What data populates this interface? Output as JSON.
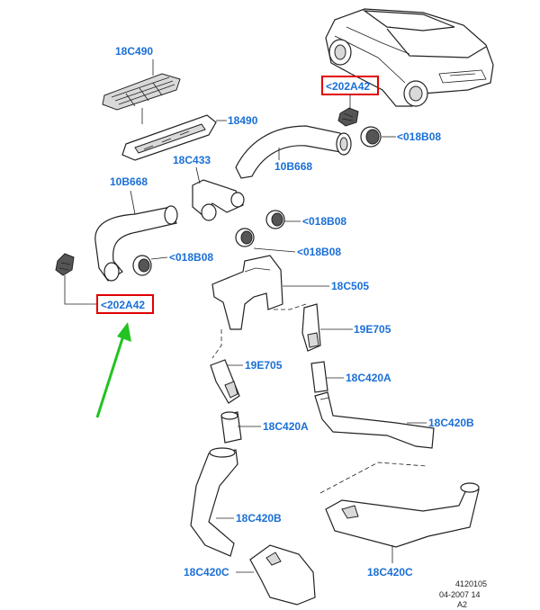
{
  "labels": {
    "grille": "18C490",
    "defroster": "18490",
    "duct_18c433": "18C433",
    "duct_top": "10B668",
    "duct_left": "10B668",
    "vent_top": "<018B08",
    "vent_mid1": "<018B08",
    "vent_mid2": "<018B08",
    "vent_left": "<018B08",
    "clip_top": "<202A42",
    "clip_left": "<202A42",
    "duct_18c505": "18C505",
    "adapter_right": "19E705",
    "adapter_left": "19E705",
    "duct_18c420a_right": "18C420A",
    "duct_18c420a_left": "18C420A",
    "duct_18c420b_right": "18C420B",
    "duct_18c420b_left": "18C420B",
    "duct_18c420c_right": "18C420C",
    "duct_18c420c_left": "18C420C"
  },
  "reference": {
    "number": "4120105",
    "date": "04-2007 14",
    "sheet": "A2"
  },
  "colors": {
    "label": "#1a6fd6",
    "highlight_box": "#e00000",
    "arrow": "#22c322"
  }
}
